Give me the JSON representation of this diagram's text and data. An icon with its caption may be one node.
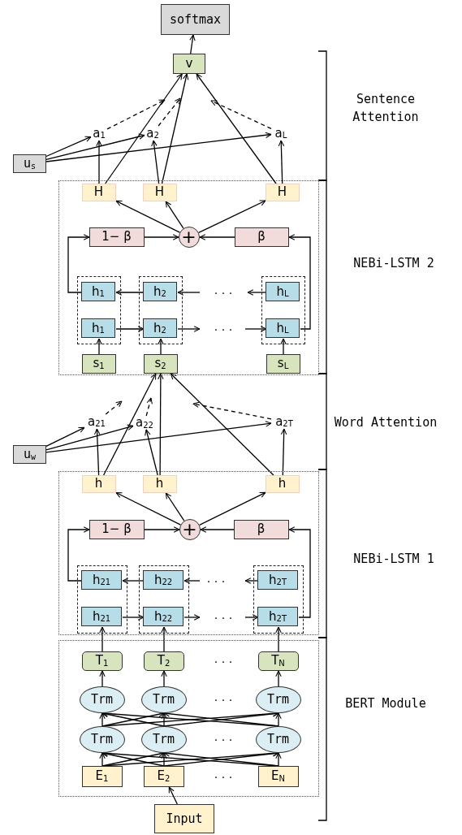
{
  "diagram": {
    "nodes": [
      {
        "text": [
          "softmax"
        ]
      },
      {
        "text": [
          "v"
        ]
      },
      {
        "text": [
          "a$_{1}$"
        ]
      },
      {
        "text": [
          "a$_{2}$"
        ]
      },
      {
        "text": [
          "a$_{L}$"
        ]
      },
      {
        "text": [
          "u$_{s}$"
        ]
      },
      {
        "text": [],
        "shape": "box"
      },
      {
        "text": [
          "H"
        ],
        "in": 6
      },
      {
        "text": [
          "H"
        ],
        "in": 6
      },
      {
        "text": [
          "H"
        ],
        "in": 6
      },
      {
        "text": [
          "1− β"
        ],
        "in": 6
      },
      {
        "text": [
          "+"
        ],
        "in": 6
      },
      {
        "text": [
          "β"
        ],
        "in": 6
      },
      {
        "text": [],
        "shape": "box",
        "in": 6
      },
      {
        "text": [
          "h$_{1}$"
        ],
        "in": 13
      },
      {
        "text": [
          "h$_{1}$"
        ],
        "in": 13
      },
      {
        "text": [],
        "shape": "box",
        "in": 6
      },
      {
        "text": [
          "h$_{2}$"
        ],
        "in": 16
      },
      {
        "text": [
          "h$_{2}$"
        ],
        "in": 16
      },
      {
        "text": [],
        "shape": "box",
        "in": 6
      },
      {
        "text": [
          "h$_{L}$"
        ],
        "in": 19
      },
      {
        "text": [
          "h$_{L}$"
        ],
        "in": 19
      },
      {
        "text": [
          "s$_{1}$"
        ],
        "in": 6
      },
      {
        "text": [
          "s$_{2}$"
        ],
        "in": 6
      },
      {
        "text": [
          "s$_{L}$"
        ],
        "in": 6
      },
      {
        "text": [
          "a$_{21}$"
        ]
      },
      {
        "text": [
          "a$_{22}$"
        ]
      },
      {
        "text": [
          "a$_{2T}$"
        ]
      },
      {
        "text": [
          "u$_{w}$"
        ]
      },
      {
        "text": [],
        "shape": "box"
      },
      {
        "text": [
          "h"
        ],
        "in": 29
      },
      {
        "text": [
          "h"
        ],
        "in": 29
      },
      {
        "text": [
          "h"
        ],
        "in": 29
      },
      {
        "text": [
          "1− β"
        ],
        "in": 29
      },
      {
        "text": [
          "+"
        ],
        "in": 29
      },
      {
        "text": [
          "β"
        ],
        "in": 29
      },
      {
        "text": [],
        "shape": "box",
        "in": 29
      },
      {
        "text": [
          "h$_{21}$"
        ],
        "in": 36
      },
      {
        "text": [
          "h$_{21}$"
        ],
        "in": 36
      },
      {
        "text": [],
        "shape": "box",
        "in": 29
      },
      {
        "text": [
          "h$_{22}$"
        ],
        "in": 39
      },
      {
        "text": [
          "h$_{22}$"
        ],
        "in": 39
      },
      {
        "text": [],
        "shape": "box",
        "in": 29
      },
      {
        "text": [
          "h$_{2T}$"
        ],
        "in": 42
      },
      {
        "text": [
          "h$_{2T}$"
        ],
        "in": 42
      },
      {
        "text": [],
        "shape": "box"
      },
      {
        "text": [
          "T$_{1}$"
        ],
        "in": 45
      },
      {
        "text": [
          "T$_{2}$"
        ],
        "in": 45
      },
      {
        "text": [
          "T$_{N}$"
        ],
        "in": 45
      },
      {
        "text": [
          "Trm"
        ],
        "in": 45
      },
      {
        "text": [
          "Trm"
        ],
        "in": 45
      },
      {
        "text": [
          "Trm"
        ],
        "in": 45
      },
      {
        "text": [
          "Trm"
        ],
        "in": 45
      },
      {
        "text": [
          "Trm"
        ],
        "in": 45
      },
      {
        "text": [
          "Trm"
        ],
        "in": 45
      },
      {
        "text": [
          "E$_{1}$"
        ],
        "in": 45
      },
      {
        "text": [
          "E$_{2}$"
        ],
        "in": 45
      },
      {
        "text": [
          "E$_{N}$"
        ],
        "in": 45
      },
      {
        "text": [
          "Input"
        ]
      }
    ],
    "edges": [
      {
        "from": 1,
        "to": 0,
        "arrow": "to"
      },
      {
        "from": 7,
        "to": 1,
        "arrow": "to"
      },
      {
        "from": 8,
        "to": 1,
        "arrow": "to"
      },
      {
        "from": 9,
        "to": 1,
        "arrow": "to"
      },
      {
        "from": 7,
        "to": 2,
        "arrow": "to"
      },
      {
        "from": 8,
        "to": 3,
        "arrow": "to"
      },
      {
        "from": 9,
        "to": 4,
        "arrow": "to"
      },
      {
        "from": 5,
        "to": 2,
        "arrow": "to"
      },
      {
        "from": 5,
        "to": 3,
        "arrow": "to"
      },
      {
        "from": 5,
        "to": 4,
        "arrow": "to"
      },
      {
        "from": 2,
        "to": null,
        "arrow": "to",
        "style": "dashed"
      },
      {
        "from": 3,
        "to": null,
        "arrow": "to",
        "style": "dashed"
      },
      {
        "from": 4,
        "to": null,
        "arrow": "to",
        "style": "dashed"
      },
      {
        "from": 11,
        "to": 7,
        "arrow": "to"
      },
      {
        "from": 11,
        "to": 8,
        "arrow": "to"
      },
      {
        "from": 11,
        "to": 9,
        "arrow": "to"
      },
      {
        "from": 10,
        "to": 11,
        "arrow": "to"
      },
      {
        "from": 12,
        "to": 11,
        "arrow": "to"
      },
      {
        "from": 14,
        "to": 10,
        "arrow": "to"
      },
      {
        "from": 21,
        "to": 12,
        "arrow": "to"
      },
      {
        "from": 17,
        "to": 14,
        "arrow": "to"
      },
      {
        "from": null,
        "to": 17,
        "arrow": "to"
      },
      {
        "from": 20,
        "to": null,
        "arrow": "to"
      },
      {
        "from": 15,
        "to": 18,
        "arrow": "to"
      },
      {
        "from": 18,
        "to": null,
        "arrow": "to"
      },
      {
        "from": null,
        "to": 21,
        "arrow": "to"
      },
      {
        "from": 22,
        "to": 15,
        "arrow": "to"
      },
      {
        "from": 23,
        "to": 18,
        "arrow": "to"
      },
      {
        "from": 24,
        "to": 21,
        "arrow": "to"
      },
      {
        "from": 30,
        "to": 23,
        "arrow": "to"
      },
      {
        "from": 31,
        "to": 23,
        "arrow": "to"
      },
      {
        "from": 32,
        "to": 23,
        "arrow": "to"
      },
      {
        "from": 30,
        "to": 25,
        "arrow": "to"
      },
      {
        "from": 31,
        "to": 26,
        "arrow": "to"
      },
      {
        "from": 32,
        "to": 27,
        "arrow": "to"
      },
      {
        "from": 28,
        "to": 25,
        "arrow": "to"
      },
      {
        "from": 28,
        "to": 26,
        "arrow": "to"
      },
      {
        "from": 28,
        "to": 27,
        "arrow": "to"
      },
      {
        "from": 25,
        "to": null,
        "arrow": "to",
        "style": "dashed"
      },
      {
        "from": 26,
        "to": null,
        "arrow": "to",
        "style": "dashed"
      },
      {
        "from": 27,
        "to": null,
        "arrow": "to",
        "style": "dashed"
      },
      {
        "from": 34,
        "to": 30,
        "arrow": "to"
      },
      {
        "from": 34,
        "to": 31,
        "arrow": "to"
      },
      {
        "from": 34,
        "to": 32,
        "arrow": "to"
      },
      {
        "from": 33,
        "to": 34,
        "arrow": "to"
      },
      {
        "from": 35,
        "to": 34,
        "arrow": "to"
      },
      {
        "from": 37,
        "to": 33,
        "arrow": "to"
      },
      {
        "from": 44,
        "to": 35,
        "arrow": "to"
      },
      {
        "from": 40,
        "to": 37,
        "arrow": "to"
      },
      {
        "from": null,
        "to": 40,
        "arrow": "to"
      },
      {
        "from": 43,
        "to": null,
        "arrow": "to"
      },
      {
        "from": 38,
        "to": 41,
        "arrow": "to"
      },
      {
        "from": 41,
        "to": null,
        "arrow": "to"
      },
      {
        "from": null,
        "to": 44,
        "arrow": "to"
      },
      {
        "from": 46,
        "to": 38,
        "arrow": "to"
      },
      {
        "from": 47,
        "to": 41,
        "arrow": "to"
      },
      {
        "from": 48,
        "to": 44,
        "arrow": "to"
      },
      {
        "from": 49,
        "to": 46,
        "arrow": "to"
      },
      {
        "from": 50,
        "to": 47,
        "arrow": "to"
      },
      {
        "from": 51,
        "to": 48,
        "arrow": "to"
      },
      {
        "from": 52,
        "to": 49,
        "arrow": "to"
      },
      {
        "from": 52,
        "to": 50,
        "arrow": "to"
      },
      {
        "from": 52,
        "to": 51,
        "arrow": "to"
      },
      {
        "from": 53,
        "to": 49,
        "arrow": "to"
      },
      {
        "from": 53,
        "to": 50,
        "arrow": "to"
      },
      {
        "from": 53,
        "to": 51,
        "arrow": "to"
      },
      {
        "from": 54,
        "to": 49,
        "arrow": "to"
      },
      {
        "from": 54,
        "to": 50,
        "arrow": "to"
      },
      {
        "from": 54,
        "to": 51,
        "arrow": "to"
      },
      {
        "from": 55,
        "to": 52,
        "arrow": "to"
      },
      {
        "from": 55,
        "to": 53,
        "arrow": "to"
      },
      {
        "from": 55,
        "to": 54,
        "arrow": "to"
      },
      {
        "from": 56,
        "to": 52,
        "arrow": "to"
      },
      {
        "from": 56,
        "to": 53,
        "arrow": "to"
      },
      {
        "from": 56,
        "to": 54,
        "arrow": "to"
      },
      {
        "from": 57,
        "to": 52,
        "arrow": "to"
      },
      {
        "from": 57,
        "to": 53,
        "arrow": "to"
      },
      {
        "from": 57,
        "to": 54,
        "arrow": "to"
      },
      {
        "from": 58,
        "to": 56,
        "arrow": "to"
      }
    ],
    "labels": [
      "Sentence Attention",
      "· · ·",
      "· · ·",
      "NEBi-LSTM 2",
      "Word Attention",
      "· · ·",
      "· · ·",
      "NEBi-LSTM 1",
      "· · ·",
      "· · ·",
      "BERT Module",
      "· · ·",
      "· · ·"
    ]
  }
}
